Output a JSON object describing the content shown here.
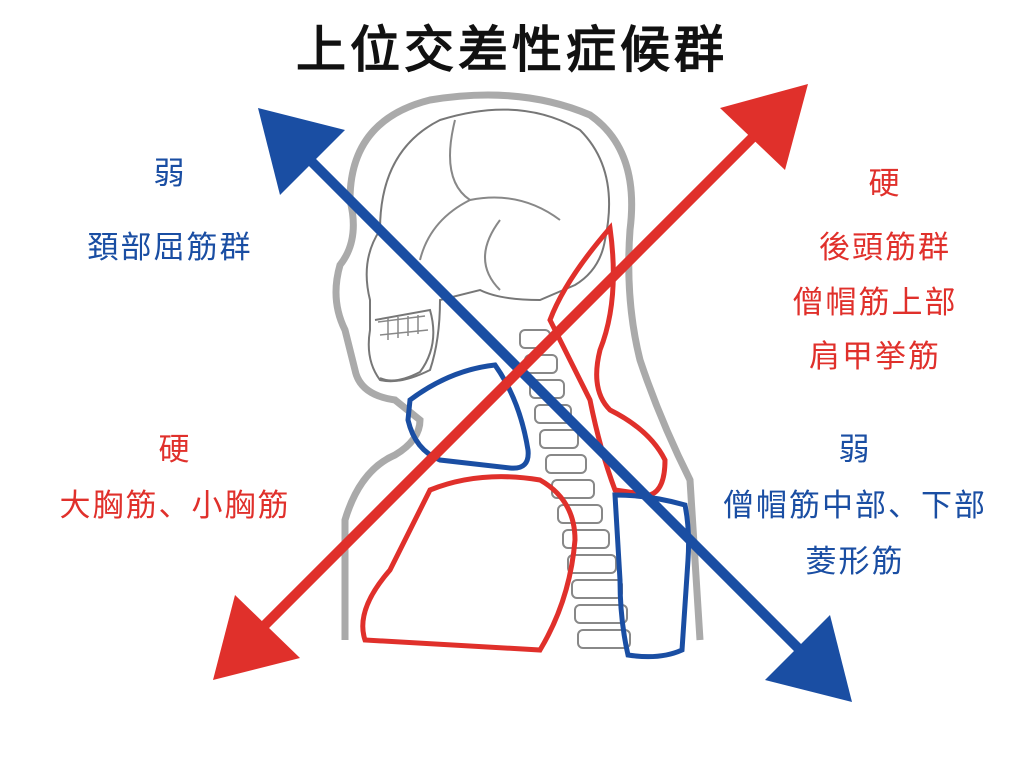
{
  "title": "上位交差性症候群",
  "colors": {
    "weak": "#1a4ea3",
    "tight": "#e0302b"
  },
  "labels": {
    "upper_left": {
      "state": "弱",
      "muscles": [
        "頚部屈筋群"
      ]
    },
    "upper_right": {
      "state": "硬",
      "muscles": [
        "後頭筋群",
        "僧帽筋上部",
        "肩甲挙筋"
      ]
    },
    "lower_left": {
      "state": "硬",
      "muscles": [
        "大胸筋、小胸筋"
      ]
    },
    "lower_right": {
      "state": "弱",
      "muscles": [
        "僧帽筋中部、下部",
        "菱形筋"
      ]
    }
  }
}
